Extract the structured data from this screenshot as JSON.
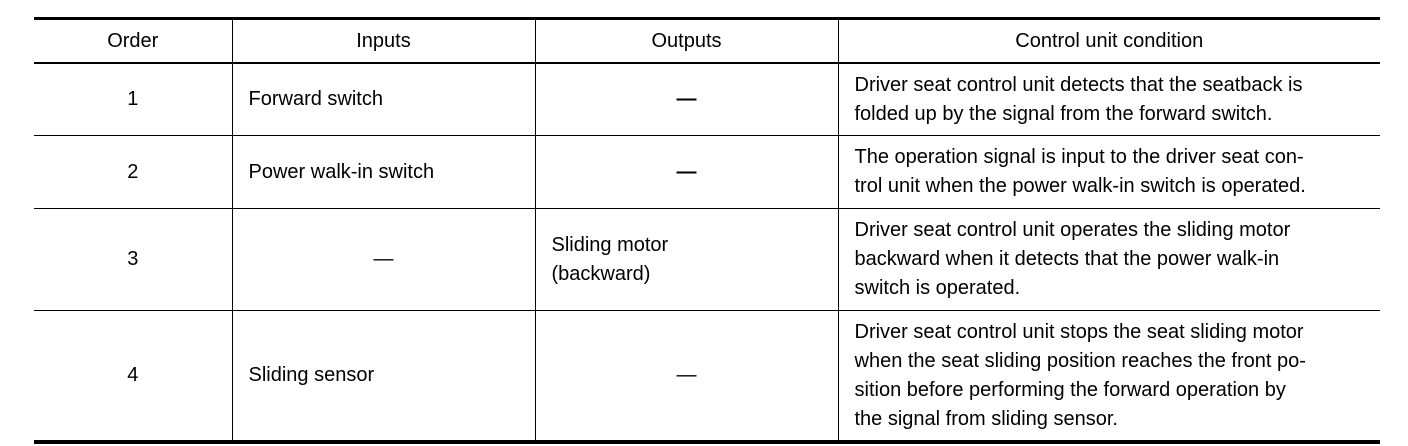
{
  "table": {
    "headers": {
      "order": "Order",
      "inputs": "Inputs",
      "outputs": "Outputs",
      "condition": "Control unit condition"
    },
    "rows": [
      {
        "order": "1",
        "inputs": "Forward switch",
        "outputs": "—",
        "condition": "Driver seat control unit detects that the seatback is\nfolded up by the signal from the forward switch."
      },
      {
        "order": "2",
        "inputs": "Power walk-in switch",
        "outputs": "—",
        "condition": "The operation signal is input to the driver seat con-\ntrol unit when the power walk-in switch is operated."
      },
      {
        "order": "3",
        "inputs": "—",
        "outputs": "Sliding motor\n(backward)",
        "condition": "Driver seat control unit operates the sliding motor\nbackward when it detects that the power walk-in\nswitch is operated."
      },
      {
        "order": "4",
        "inputs": "Sliding sensor",
        "outputs": "—",
        "condition": "Driver seat control unit stops the seat sliding motor\nwhen the seat sliding position reaches the front po-\nsition before performing the forward operation by\nthe signal from sliding sensor."
      }
    ]
  }
}
